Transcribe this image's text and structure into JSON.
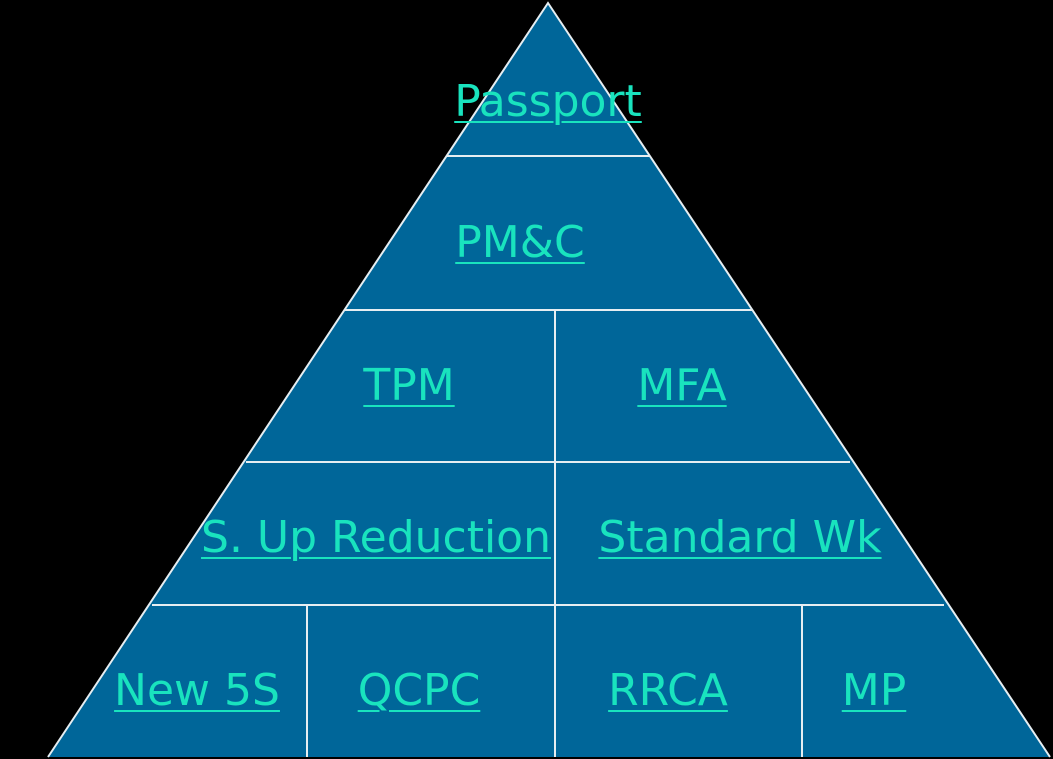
{
  "colors": {
    "background": "#000000",
    "pyramid_fill": "#006699",
    "divider": "#E6EEF2",
    "link": "#19E3BE"
  },
  "pyramid": {
    "level_1": {
      "passport": "Passport"
    },
    "level_2": {
      "pmc": "PM&C"
    },
    "level_3": {
      "tpm": "TPM",
      "mfa": "MFA"
    },
    "level_4": {
      "setup_reduction": "S. Up Reduction",
      "standard_work": "Standard Wk"
    },
    "level_5": {
      "new_5s": "New 5S",
      "qcpc": "QCPC",
      "rrca": "RRCA",
      "mp": "MP"
    }
  }
}
